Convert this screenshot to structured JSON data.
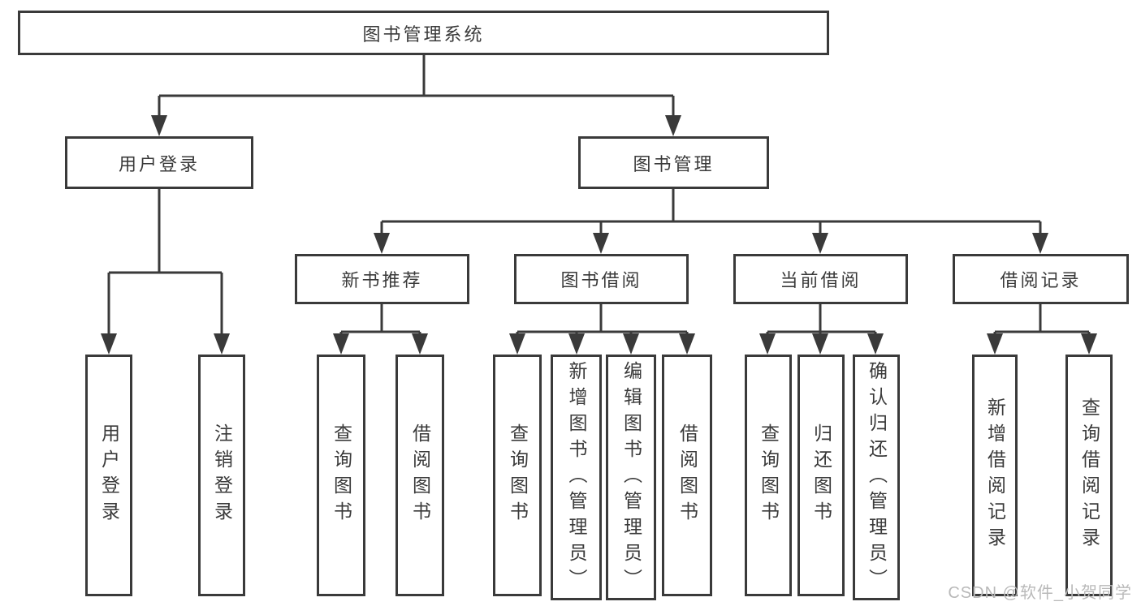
{
  "diagram": {
    "root": {
      "label": "图书管理系统"
    },
    "branches": [
      {
        "label": "用户登录",
        "children": [
          {
            "label": "用户登录"
          },
          {
            "label": "注销登录"
          }
        ]
      },
      {
        "label": "图书管理",
        "children": [
          {
            "label": "新书推荐",
            "children": [
              {
                "label": "查询图书"
              },
              {
                "label": "借阅图书"
              }
            ]
          },
          {
            "label": "图书借阅",
            "children": [
              {
                "label": "查询图书"
              },
              {
                "label": "新增图书（管理员）"
              },
              {
                "label": "编辑图书（管理员）"
              },
              {
                "label": "借阅图书"
              }
            ]
          },
          {
            "label": "当前借阅",
            "children": [
              {
                "label": "查询图书"
              },
              {
                "label": "归还图书"
              },
              {
                "label": "确认归还（管理员）"
              }
            ]
          },
          {
            "label": "借阅记录",
            "children": [
              {
                "label": "新增借阅记录"
              },
              {
                "label": "查询借阅记录"
              }
            ]
          }
        ]
      }
    ]
  },
  "watermark": {
    "text": "CSDN @软件_小贺同学"
  },
  "colors": {
    "line": "#3a3a3a",
    "text": "#3a3a3a",
    "box_background": "#ffffff",
    "page_background": "#ffffff",
    "watermark": "#b9b9b9"
  }
}
